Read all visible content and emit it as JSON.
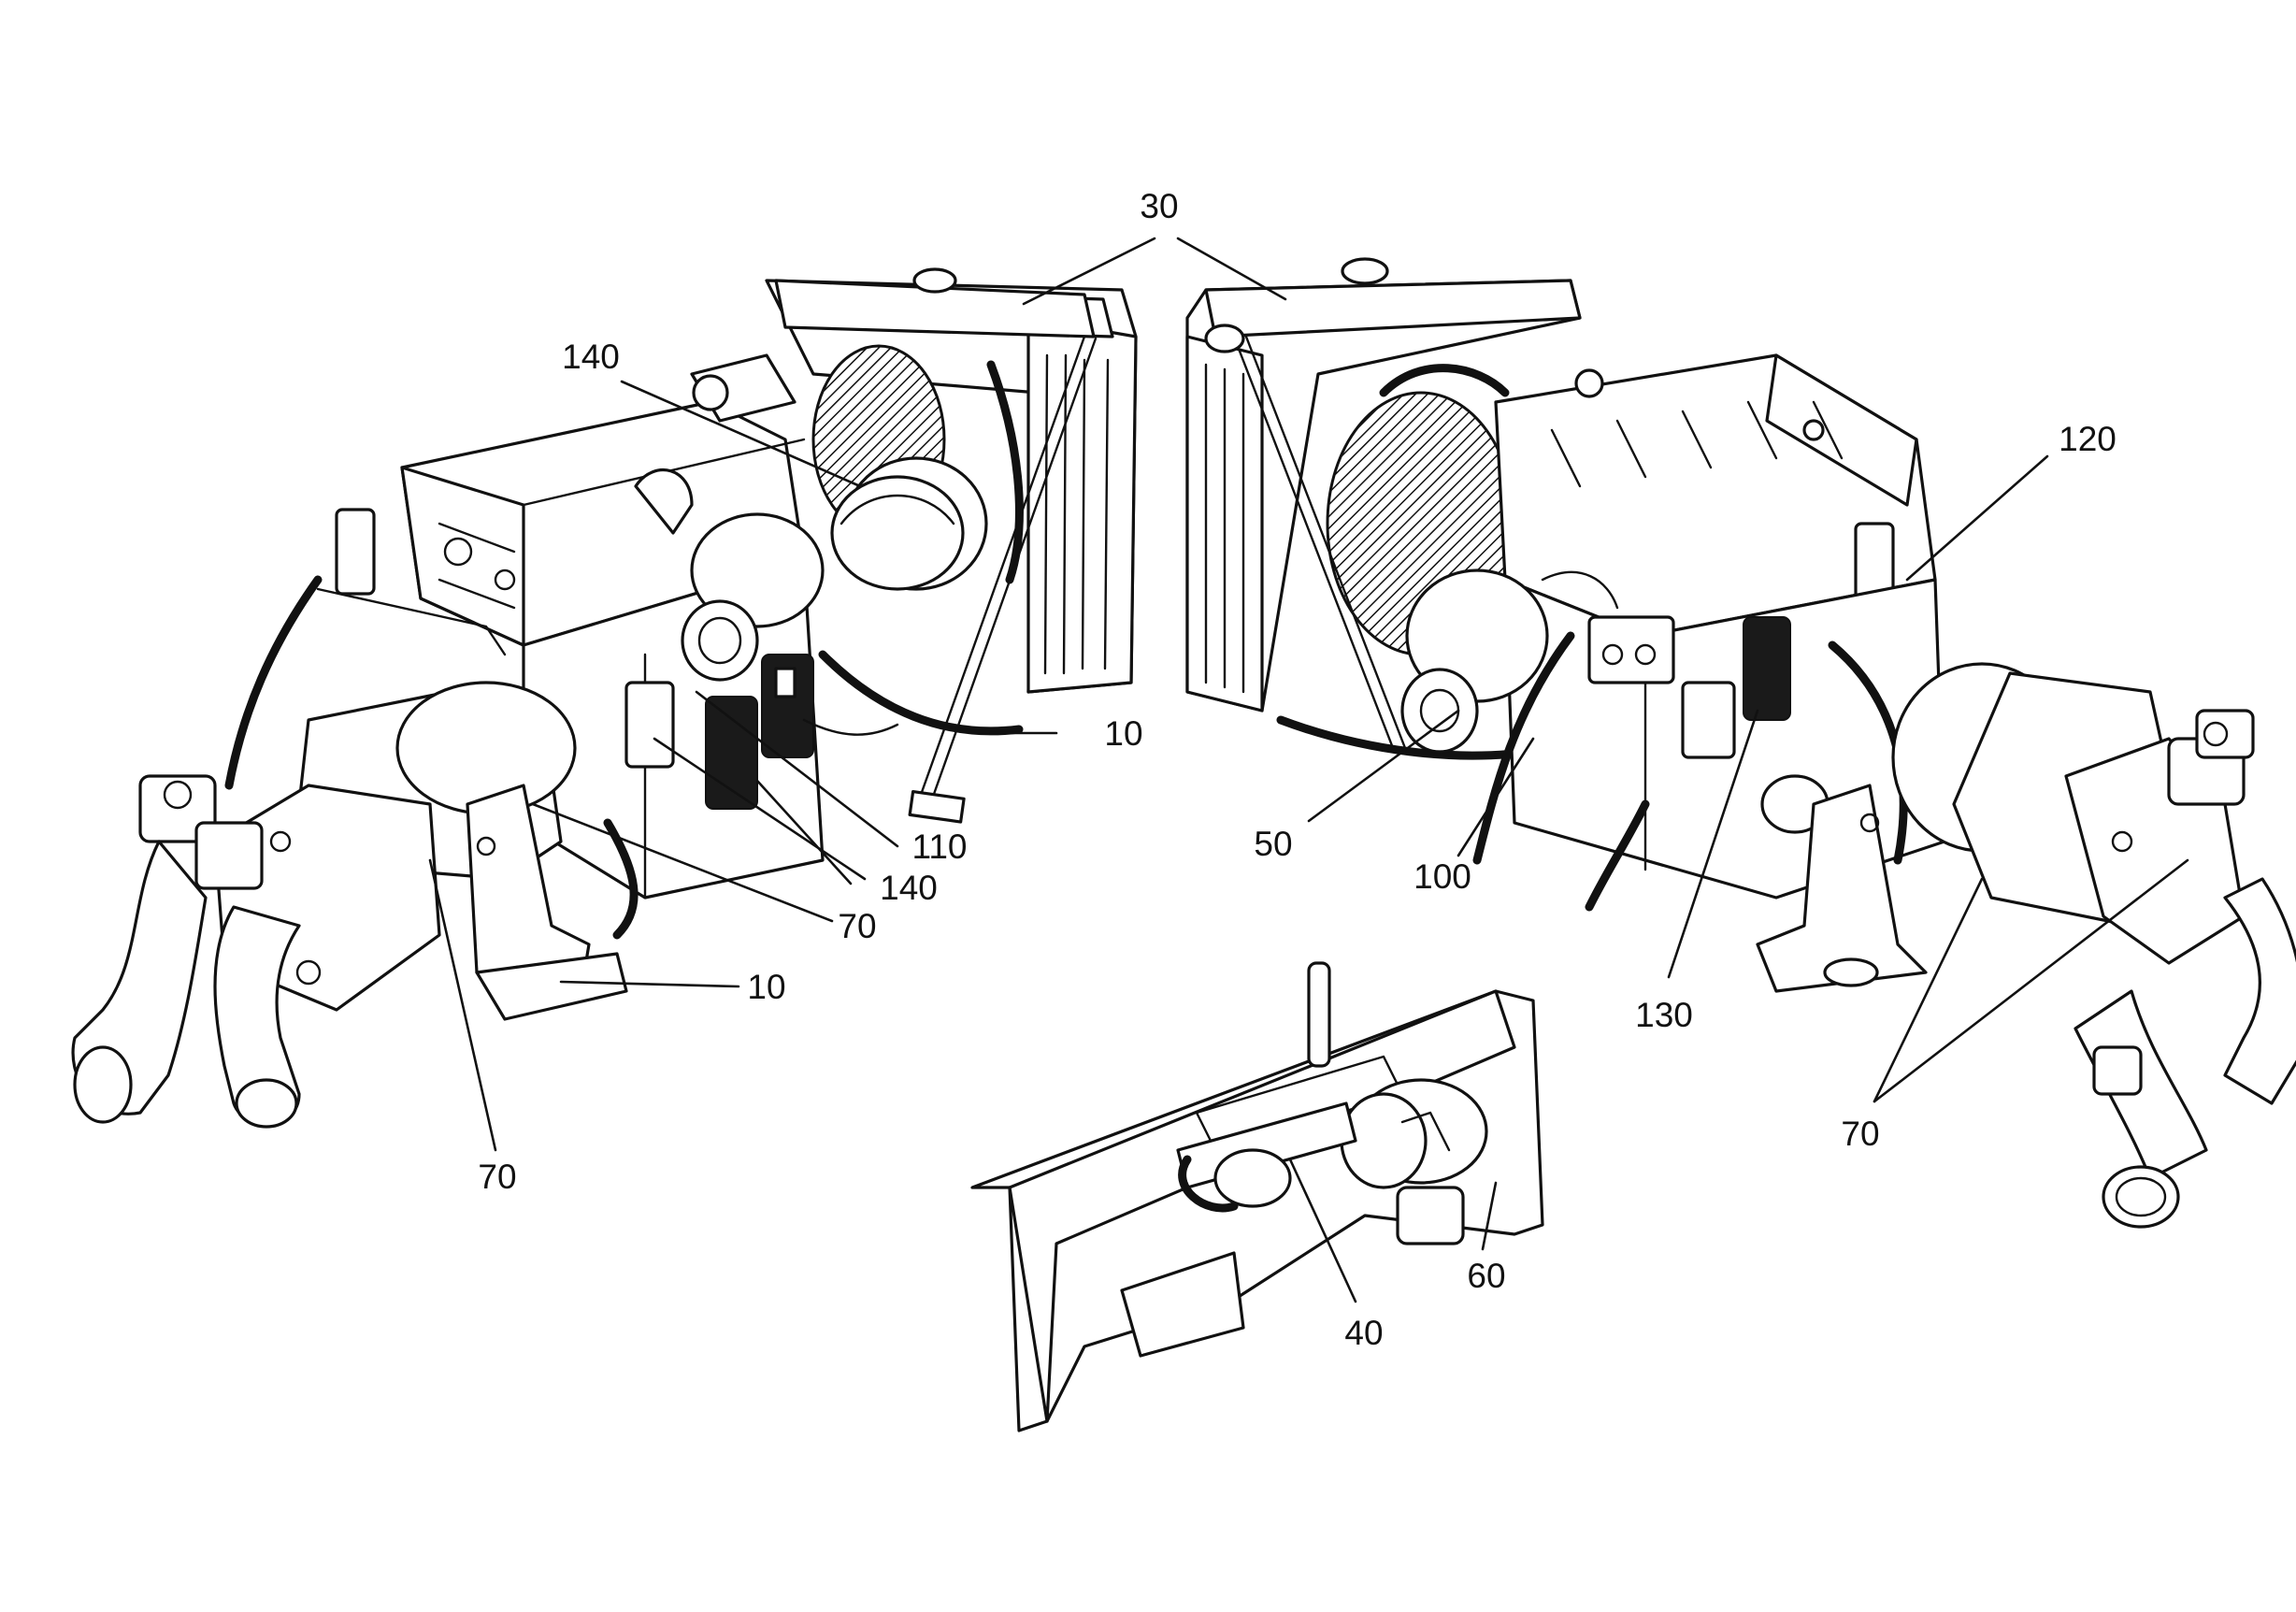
{
  "callouts": [
    {
      "id": "c30",
      "text": "30"
    },
    {
      "id": "c140a",
      "text": "140"
    },
    {
      "id": "c120",
      "text": "120"
    },
    {
      "id": "c10a",
      "text": "10"
    },
    {
      "id": "c110",
      "text": "110"
    },
    {
      "id": "c140b",
      "text": "140"
    },
    {
      "id": "c70a",
      "text": "70"
    },
    {
      "id": "c10b",
      "text": "10"
    },
    {
      "id": "c70b",
      "text": "70"
    },
    {
      "id": "c50",
      "text": "50"
    },
    {
      "id": "c100",
      "text": "100"
    },
    {
      "id": "c130",
      "text": "130"
    },
    {
      "id": "c70c",
      "text": "70"
    },
    {
      "id": "c60",
      "text": "60"
    },
    {
      "id": "c40",
      "text": "40"
    }
  ],
  "colors": {
    "ink": "#111111",
    "paper": "#ffffff"
  }
}
